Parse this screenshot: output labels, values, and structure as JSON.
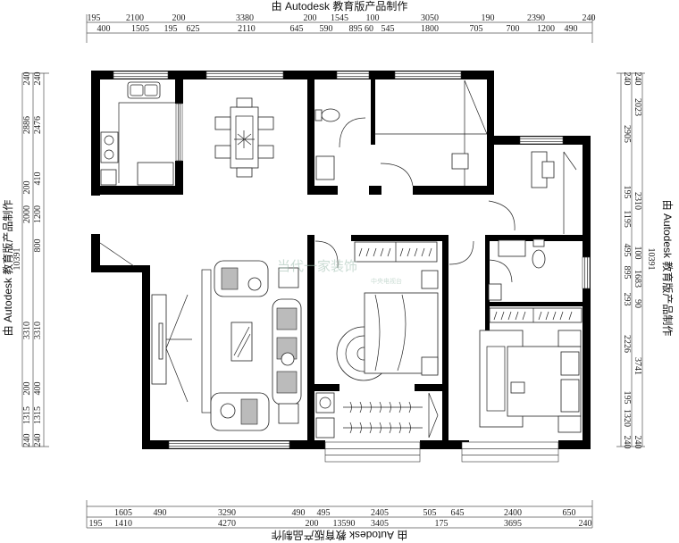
{
  "title": "由 Autodesk 教育版产品制作",
  "dimensions": {
    "top": {
      "row1": [
        "195",
        "2100",
        "200",
        "3380",
        "200",
        "1545",
        "100",
        "3050",
        "190",
        "2390",
        "240"
      ],
      "row2": [
        "400",
        "1505",
        "195",
        "625",
        "2110",
        "645",
        "590",
        "895",
        "60",
        "545",
        "1800",
        "705",
        "700",
        "1200",
        "490"
      ]
    },
    "bottom": {
      "row1": [
        "1605",
        "490",
        "3290",
        "490",
        "495",
        "2405",
        "505",
        "645",
        "2400",
        "650"
      ],
      "row2": [
        "195",
        "1410",
        "4270",
        "200",
        "3405",
        "175",
        "3695",
        "240"
      ],
      "total": "13590"
    },
    "left": {
      "outer": [
        "240",
        "2886",
        "200",
        "2000",
        "3310",
        "200",
        "1315",
        "240"
      ],
      "inner": [
        "240",
        "2476",
        "410",
        "1200",
        "800",
        "3310",
        "400",
        "1315",
        "240"
      ],
      "total": "10391"
    },
    "right": {
      "outer": [
        "240",
        "2905",
        "195",
        "1195",
        "495",
        "895",
        "293",
        "2226",
        "195",
        "1320",
        "240"
      ],
      "inner": [
        "240",
        "2023",
        "2310",
        "100",
        "1683",
        "90",
        "3741",
        "240"
      ],
      "total": "10391"
    }
  },
  "watermark_logo": {
    "brand": "当代一家装饰",
    "partner": "中央电视台"
  }
}
